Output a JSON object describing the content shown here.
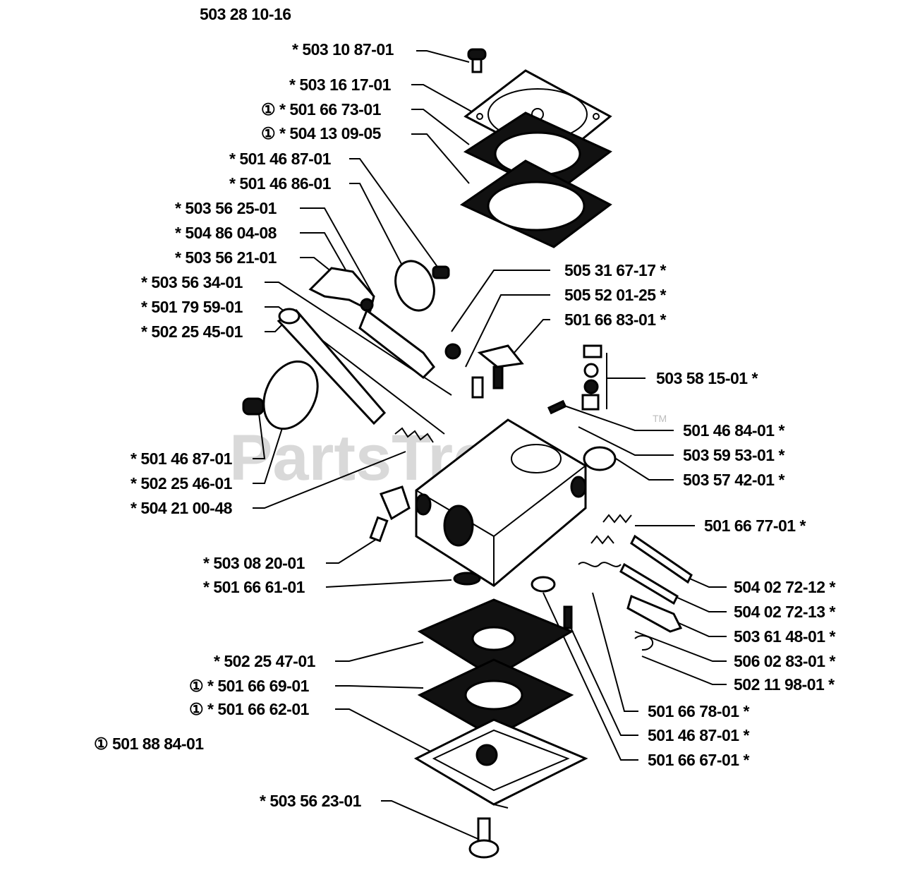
{
  "diagram": {
    "assembly_number": "503 28 10-16",
    "watermark": "PartsTree",
    "trademark": "TM",
    "parts": [
      {
        "id": "p1",
        "text": "*  503 10 87-01"
      },
      {
        "id": "p2",
        "text": "*  503 16 17-01"
      },
      {
        "id": "p3",
        "text": "①  *  501 66 73-01"
      },
      {
        "id": "p4",
        "text": "①  *  504 13 09-05"
      },
      {
        "id": "p5",
        "text": "*  501 46 87-01"
      },
      {
        "id": "p6",
        "text": "*  501 46 86-01"
      },
      {
        "id": "p7",
        "text": "*  503 56 25-01"
      },
      {
        "id": "p8",
        "text": "*  504 86 04-08"
      },
      {
        "id": "p9",
        "text": "*  503 56 21-01"
      },
      {
        "id": "p10",
        "text": "*  503 56 34-01"
      },
      {
        "id": "p11",
        "text": "*  501 79 59-01"
      },
      {
        "id": "p12",
        "text": "*  502 25 45-01"
      },
      {
        "id": "p13",
        "text": "505 31 67-17  *"
      },
      {
        "id": "p14",
        "text": "505 52 01-25  *"
      },
      {
        "id": "p15",
        "text": "501 66 83-01  *"
      },
      {
        "id": "p16",
        "text": "503 58 15-01  *"
      },
      {
        "id": "p17",
        "text": "501 46 84-01  *"
      },
      {
        "id": "p18",
        "text": "503 59 53-01  *"
      },
      {
        "id": "p19",
        "text": "503 57 42-01  *"
      },
      {
        "id": "p20",
        "text": "*  501 46 87-01"
      },
      {
        "id": "p21",
        "text": "*  502 25 46-01"
      },
      {
        "id": "p22",
        "text": "*  504 21 00-48"
      },
      {
        "id": "p23",
        "text": "501 66 77-01  *"
      },
      {
        "id": "p24",
        "text": "*  503 08 20-01"
      },
      {
        "id": "p25",
        "text": "*  501 66 61-01"
      },
      {
        "id": "p26",
        "text": "504 02 72-12  *"
      },
      {
        "id": "p27",
        "text": "504 02 72-13  *"
      },
      {
        "id": "p28",
        "text": "503 61 48-01  *"
      },
      {
        "id": "p29",
        "text": "506 02 83-01  *"
      },
      {
        "id": "p30",
        "text": "502 11 98-01  *"
      },
      {
        "id": "p31",
        "text": "*  502 25 47-01"
      },
      {
        "id": "p32",
        "text": "①  *  501 66 69-01"
      },
      {
        "id": "p33",
        "text": "①  *  501 66 62-01"
      },
      {
        "id": "p34",
        "text": "501 66 78-01  *"
      },
      {
        "id": "p35",
        "text": "501 46 87-01  *"
      },
      {
        "id": "p36",
        "text": "501 66 67-01  *"
      },
      {
        "id": "p37",
        "text": "① 501 88 84-01"
      },
      {
        "id": "p38",
        "text": "*  503 56 23-01"
      }
    ]
  }
}
